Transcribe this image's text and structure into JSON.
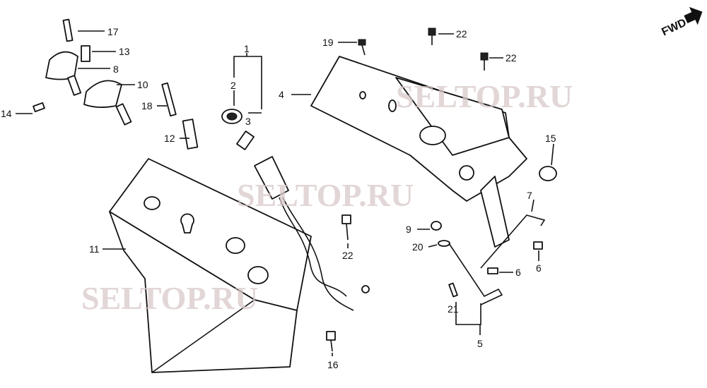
{
  "fwd_label": "FWD",
  "watermark": "SELTOP.RU",
  "labels": [
    "17",
    "13",
    "8",
    "10",
    "14",
    "18",
    "12",
    "1",
    "2",
    "3",
    "4",
    "19",
    "22",
    "22",
    "15",
    "7",
    "9",
    "20",
    "22",
    "11",
    "6",
    "6",
    "21",
    "5",
    "16"
  ]
}
